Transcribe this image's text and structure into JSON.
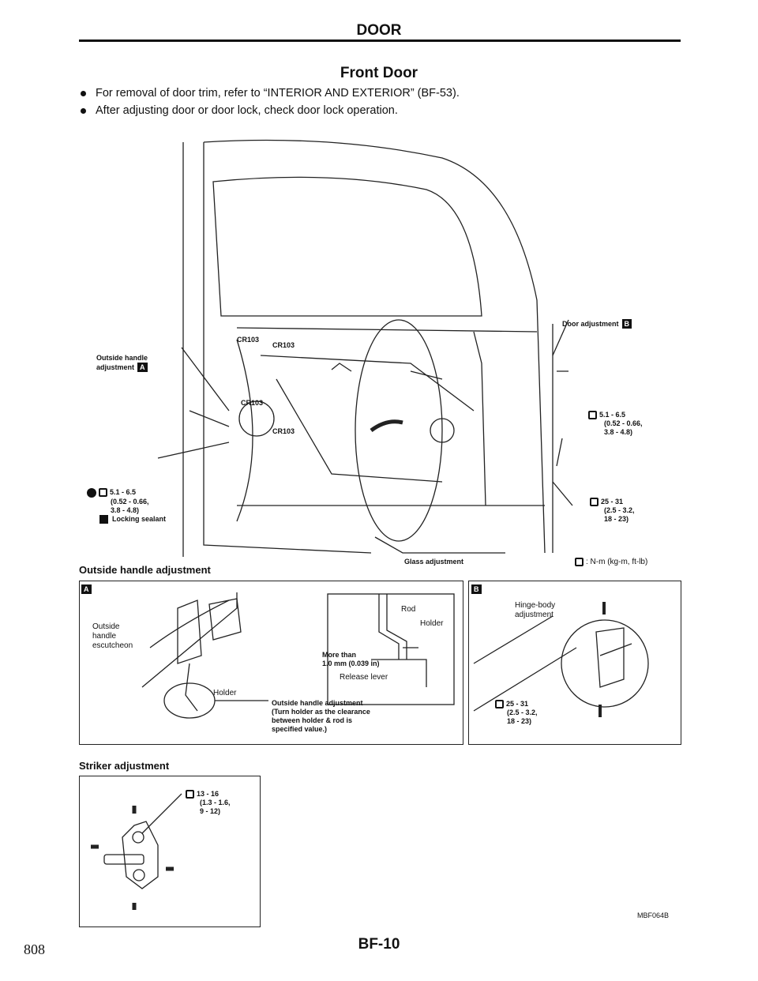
{
  "header": {
    "title": "DOOR",
    "subtitle": "Front Door"
  },
  "bullets": [
    "For removal of door trim, refer to “INTERIOR AND EXTERIOR” (BF-53).",
    "After adjusting door or door lock, check door lock operation."
  ],
  "main_diagram": {
    "outside_handle_label": "Outside handle adjustment",
    "badge_a": "A",
    "badge_b": "B",
    "door_adjustment_label": "Door adjustment",
    "connector_tag": "CR103",
    "torque_left": [
      "5.1 - 6.5",
      "(0.52 - 0.66,",
      "3.8 - 4.8)"
    ],
    "locking_sealant": "Locking sealant",
    "torque_right_1": [
      "5.1 - 6.5",
      "(0.52 - 0.66,",
      "3.8 - 4.8)"
    ],
    "torque_right_2": [
      "25 - 31",
      "(2.5 - 3.2,",
      "18 - 23)"
    ],
    "glass_adjustment": "Glass adjustment",
    "units_legend": ": N-m (kg-m, ft-lb)"
  },
  "outside_handle_section": {
    "heading": "Outside handle adjustment",
    "badge": "A",
    "escutcheon_label": [
      "Outside",
      "handle",
      "escutcheon"
    ],
    "holder_label": "Holder",
    "inset": {
      "rod": "Rod",
      "holder": "Holder",
      "clearance": [
        "More than",
        "1.0 mm (0.039 in)"
      ],
      "release_lever": "Release lever"
    },
    "note": [
      "Outside handle adjustment",
      "(Turn holder as the clearance",
      "between holder & rod is",
      "specified value.)"
    ]
  },
  "hinge_section": {
    "badge": "B",
    "label": [
      "Hinge-body",
      "adjustment"
    ],
    "torque": [
      "25 - 31",
      "(2.5 - 3.2,",
      "18 - 23)"
    ]
  },
  "striker_section": {
    "heading": "Striker adjustment",
    "torque": [
      "13 - 16",
      "(1.3 - 1.6,",
      "9 - 12)"
    ]
  },
  "footer": {
    "figure_code": "MBF064B",
    "page_code": "BF-10",
    "page_number": "808"
  }
}
